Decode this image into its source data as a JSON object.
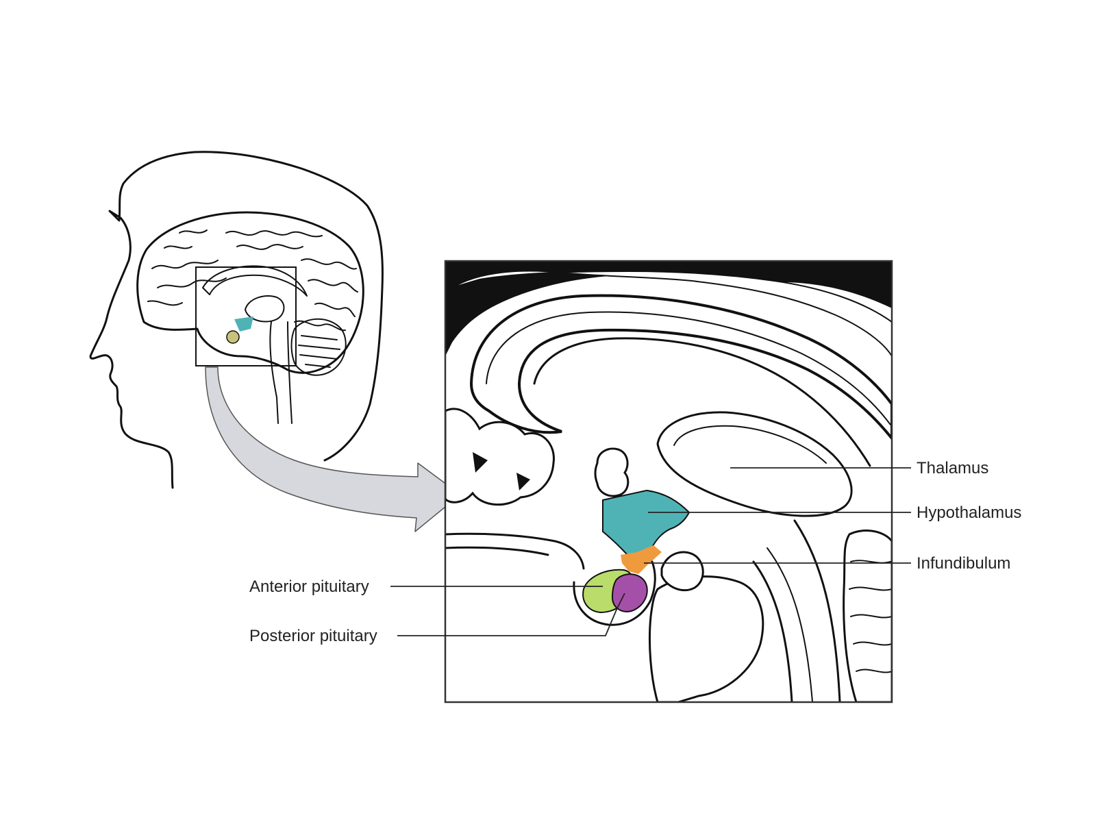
{
  "labels": {
    "thalamus": "Thalamus",
    "hypothalamus": "Hypothalamus",
    "infundibulum": "Infundibulum",
    "anterior_pituitary": "Anterior pituitary",
    "posterior_pituitary": "Posterior pituitary"
  },
  "colors": {
    "hypothalamus": "#4fb3b6",
    "infundibulum": "#f09a3e",
    "anterior_pituitary": "#b9dc6a",
    "posterior_pituitary": "#a550a8",
    "arrow": "#d6d8dd",
    "line": "#111111"
  }
}
